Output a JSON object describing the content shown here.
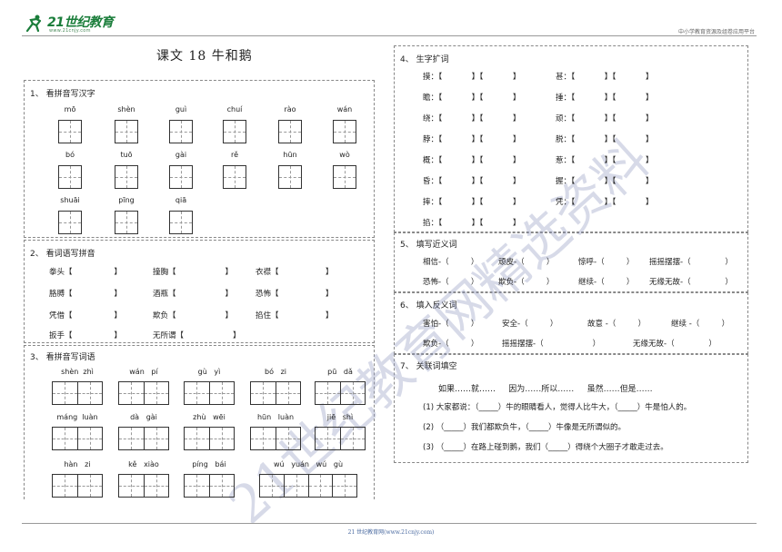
{
  "header": {
    "logo_text": "21世纪教育",
    "logo_url": "www.21cnjy.com",
    "right_text": "中小学教育资源及组卷应用平台"
  },
  "title": "课文 18  牛和鹅",
  "footer": "21 世纪教育网(www.21cnjy.com)",
  "watermark": "21世纪教育网精选资料",
  "section1": {
    "title": "1、    看拼音写汉字",
    "pinyin_rows": [
      [
        "mō",
        "shèn",
        "guì",
        "chuí",
        "rào",
        "wán"
      ],
      [
        "bó",
        "tuō",
        "gài",
        "rě",
        "hūn",
        "wò"
      ],
      [
        "shuāi",
        "pīng",
        "qiā"
      ]
    ]
  },
  "section2": {
    "title": "2、    看词语写拼音",
    "rows": [
      [
        "拳头【                 】",
        "撞胸【                    】",
        "衣襟【                   】"
      ],
      [
        "胳膊【                 】",
        "酒瓶【                    】",
        "恐怖【                   】"
      ],
      [
        "凭借【                 】",
        "欺负【                    】",
        "掐住【                   】"
      ],
      [
        "扳手【                 】",
        "无所谓【                    】"
      ]
    ]
  },
  "section3": {
    "title": "3、    看拼音写词语",
    "rows": [
      [
        "shèn  zhì",
        "wán   pí",
        "gù   yì",
        "bó   zi",
        "pū   dǎ"
      ],
      [
        "máng  luàn",
        "dà   gài",
        "zhù   wēi",
        "hūn   luàn",
        "jiē   shì"
      ],
      [
        "hàn   zi",
        "kě   xiào",
        "píng   bái",
        "wú   yuán   wú   gù"
      ]
    ]
  },
  "section4": {
    "title": "4、    生字扩词",
    "left": [
      "摸：【            】【            】",
      "瞻：【            】【            】",
      "绕：【            】【            】",
      "脖：【            】【            】",
      "概：【            】【            】",
      "昏：【            】【            】",
      "摔：【            】【            】",
      "掐：【            】【            】"
    ],
    "right": [
      "甚：【            】【            】",
      "捶：【            】【            】",
      "顽：【            】【            】",
      "脱：【            】【            】",
      "惹：【            】【            】",
      "握：【            】【            】",
      "凭：【            】【            】"
    ]
  },
  "section5": {
    "title": "5、    填写近义词",
    "rows": [
      [
        "相信-（         ）",
        "顽皮-（         ）",
        "惊呼-（         ）",
        "摇摇摆摆-（              ）"
      ],
      [
        "恐怖-（         ）",
        "欺负-（         ）",
        "继续-（         ）",
        "无缘无故-（              ）"
      ]
    ]
  },
  "section6": {
    "title": "6、    填入反义词",
    "rows": [
      [
        "害怕-（         ）",
        "安全-（         ）",
        "故意 -（         ）",
        "继续 -（         ）"
      ],
      [
        "欺负-（         ）",
        "摇摇摆摆-（                    ）",
        "无缘无故-（              ）"
      ]
    ]
  },
  "section7": {
    "title": "7、    关联词填空",
    "options": "如果……就……     因为……所以……     虽然……但是……",
    "lines": [
      "(1) 大家都说：（_____）牛的眼睛看人，觉得人比牛大，（_____）牛是怕人的。",
      "(2) （_____）我们都欺负牛，（_____）牛像是无所谓似的。",
      "(3) （_____）在路上碰到鹅，我们（_____）得绕个大圈子才敢走过去。"
    ]
  }
}
